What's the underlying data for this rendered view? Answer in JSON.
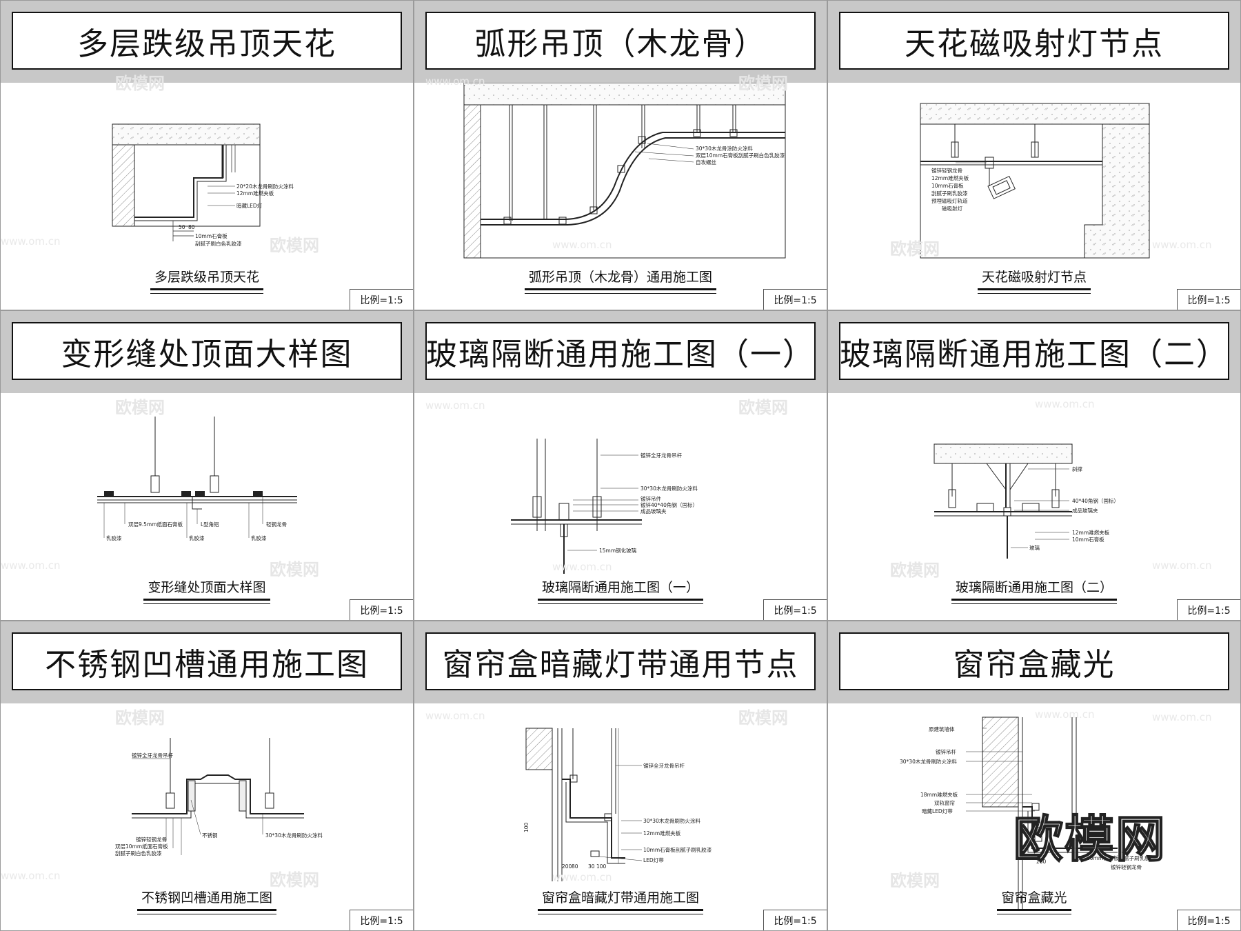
{
  "panels": [
    {
      "title": "多层跌级吊顶天花",
      "caption": "多层跌级吊顶天花",
      "scale": "比例=1:5",
      "notes": [
        "20*20木龙骨刷防火涂料",
        "12mm难燃夹板",
        "暗藏LED灯",
        "10mm石膏板",
        "刮腻子刷白色乳胶漆",
        "50",
        "80"
      ]
    },
    {
      "title": "弧形吊顶（木龙骨）",
      "caption": "弧形吊顶（木龙骨）通用施工图",
      "scale": "比例=1:5",
      "notes": [
        "30*30木龙骨涂防火涂料",
        "双层10mm石膏板刮腻子刷白色乳胶漆",
        "自攻螺丝"
      ]
    },
    {
      "title": "天花磁吸射灯节点",
      "caption": "天花磁吸射灯节点",
      "scale": "比例=1:5",
      "notes": [
        "镀锌轻钢龙骨",
        "12mm难燃夹板",
        "10mm石膏板",
        "刮腻子刷乳胶漆",
        "预埋磁吸灯轨道",
        "磁吸射灯"
      ]
    },
    {
      "title": "变形缝处顶面大样图",
      "caption": "变形缝处顶面大样图",
      "scale": "比例=1:5",
      "notes": [
        "双层9.5mm纸面石膏板",
        "L型角铝",
        "轻钢龙骨",
        "乳胶漆",
        "乳胶漆",
        "乳胶漆"
      ]
    },
    {
      "title": "玻璃隔断通用施工图（一）",
      "caption": "玻璃隔断通用施工图（一）",
      "scale": "比例=1:5",
      "notes": [
        "镀锌全牙龙骨吊杆",
        "30*30木龙骨刷防火涂料",
        "镀锌吊件",
        "镀锌40*40角钢（国标）",
        "成品玻璃夹",
        "15mm钢化玻璃"
      ]
    },
    {
      "title": "玻璃隔断通用施工图（二）",
      "caption": "玻璃隔断通用施工图（二）",
      "scale": "比例=1:5",
      "notes": [
        "斜撑",
        "40*40角钢（国标）",
        "成品玻璃夹",
        "12mm难燃夹板",
        "10mm石膏板",
        "玻璃"
      ]
    },
    {
      "title": "不锈钢凹槽通用施工图",
      "caption": "不锈钢凹槽通用施工图",
      "scale": "比例=1:5",
      "notes": [
        "镀锌全牙龙骨吊杆",
        "镀锌轻钢龙骨",
        "双层10mm纸面石膏板",
        "刮腻子刷白色乳胶漆",
        "不锈钢",
        "30*30木龙骨刷防火涂料"
      ]
    },
    {
      "title": "窗帘盒暗藏灯带通用节点",
      "caption": "窗帘盒暗藏灯带通用施工图",
      "scale": "比例=1:5",
      "notes": [
        "镀锌全牙龙骨吊杆",
        "30*30木龙骨刷防火涂料",
        "12mm难燃夹板",
        "10mm石膏板刮腻子刷乳胶漆",
        "LED灯带",
        "100",
        "200",
        "80",
        "30",
        "100"
      ]
    },
    {
      "title": "窗帘盒藏光",
      "caption": "窗帘盒藏光",
      "scale": "比例=1:5",
      "notes": [
        "原建筑墙体",
        "镀锌吊杆",
        "30*30木龙骨刷防火涂料",
        "18mm难燃夹板",
        "双轨窗帘",
        "暗藏LED灯带",
        "双层10mm石膏板刮腻子刷乳胶漆",
        "镀锌轻钢龙骨",
        "200"
      ]
    }
  ],
  "watermarks": {
    "brand": "欧模网",
    "site": "www.om.cn"
  },
  "colors": {
    "background": "#c8c8c8",
    "panel": "#ffffff",
    "line": "#222222",
    "hatch": "#888888"
  }
}
